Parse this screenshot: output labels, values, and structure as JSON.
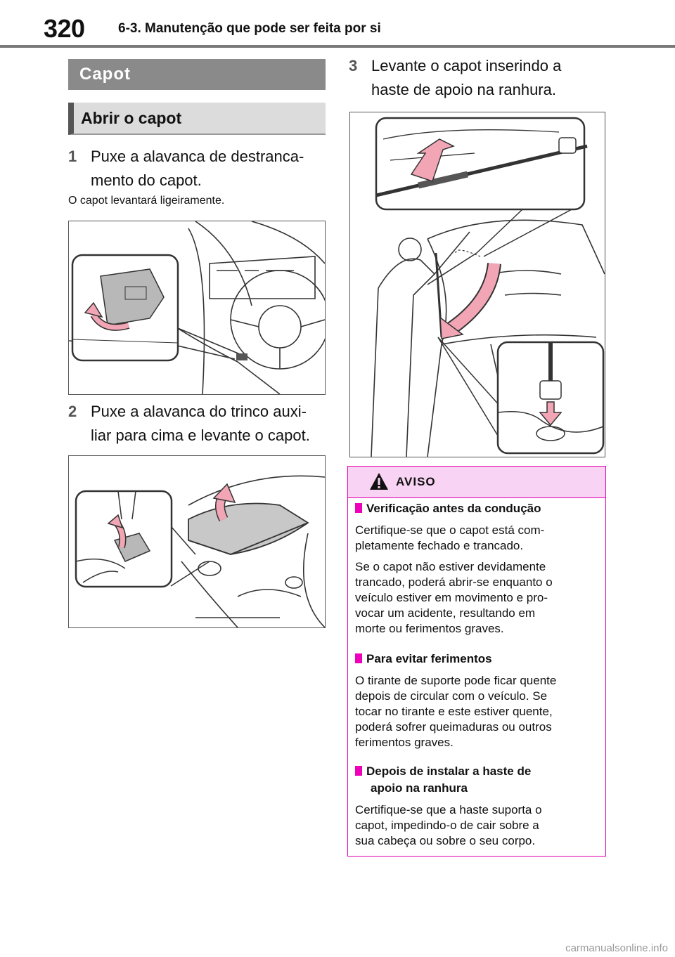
{
  "header": {
    "page_number": "320",
    "running_title": "6-3. Manutenção que pode ser feita por si"
  },
  "section": {
    "title": "Capot"
  },
  "subsection": {
    "title": "Abrir o capot"
  },
  "steps": [
    {
      "num": "1",
      "lines": [
        "Puxe a alavanca de destranca-",
        "mento do capot."
      ]
    },
    {
      "num": "2",
      "lines": [
        "Puxe a alavanca do trinco auxi-",
        "liar para cima e levante o capot."
      ]
    },
    {
      "num": "3",
      "lines": [
        "Levante o capot inserindo a",
        "haste de apoio na ranhura."
      ]
    }
  ],
  "note": "O capot levantará ligeiramente.",
  "warning": {
    "label": "AVISO",
    "items": [
      {
        "heading": [
          "Verificação antes da condução"
        ],
        "paragraphs": [
          [
            "Certifique-se que o capot está com-",
            "pletamente fechado e trancado."
          ],
          [
            "Se o capot não estiver devidamente",
            "trancado, poderá abrir-se enquanto o",
            "veículo estiver em movimento e pro-",
            "vocar um acidente, resultando em",
            "morte ou ferimentos graves."
          ]
        ]
      },
      {
        "heading": [
          "Para evitar ferimentos"
        ],
        "paragraphs": [
          [
            "O tirante de suporte pode ficar quente",
            "depois de circular com o veículo. Se",
            "tocar no tirante e este estiver quente,",
            "poderá sofrer queimaduras ou outros",
            "ferimentos graves."
          ]
        ]
      },
      {
        "heading": [
          "Depois de instalar a haste de",
          "apoio na ranhura"
        ],
        "paragraphs": [
          [
            "Certifique-se que a haste suporta o",
            "capot, impedindo-o de cair sobre a",
            "sua cabeça ou sobre o seu corpo."
          ]
        ]
      }
    ]
  },
  "footer": {
    "watermark": "carmanualsonline.info"
  },
  "colors": {
    "accent_pink": "#ee00bb",
    "warning_bg": "#f9d3f3",
    "section_bar": "#8a8a8a"
  }
}
